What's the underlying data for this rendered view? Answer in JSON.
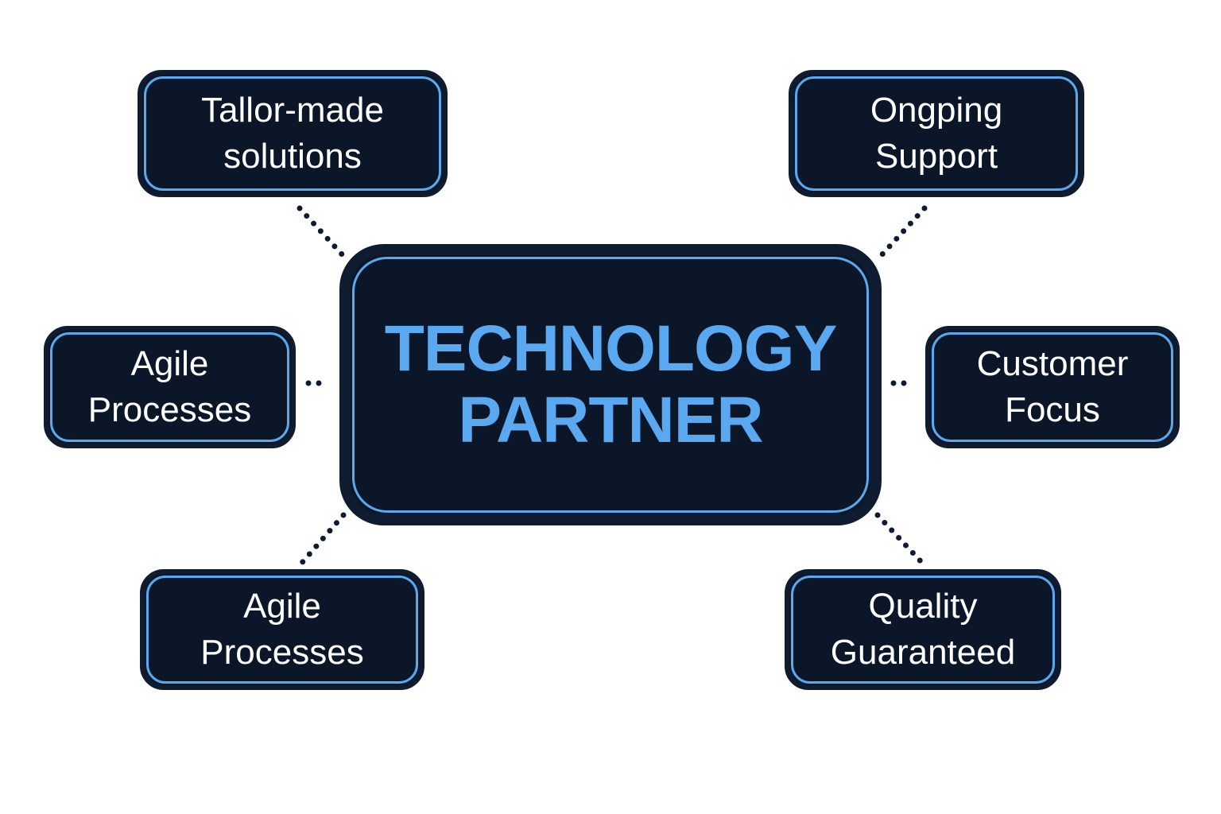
{
  "center": {
    "line1": "TECHNOLOGY",
    "line2": "PARTNER"
  },
  "nodes": [
    {
      "id": "top-left",
      "line1": "Tallor-made",
      "line2": "solutions"
    },
    {
      "id": "top-right",
      "line1": "Ongping",
      "line2": "Support"
    },
    {
      "id": "middle-left",
      "line1": "Agile",
      "line2": "Processes"
    },
    {
      "id": "middle-right",
      "line1": "Customer",
      "line2": "Focus"
    },
    {
      "id": "bottom-left",
      "line1": "Agile",
      "line2": "Processes"
    },
    {
      "id": "bottom-right",
      "line1": "Quality",
      "line2": "Guaranteed"
    }
  ],
  "colors": {
    "box_fill": "#0b1628",
    "accent": "#5aa8ee",
    "connector": "#0f1b2f"
  }
}
